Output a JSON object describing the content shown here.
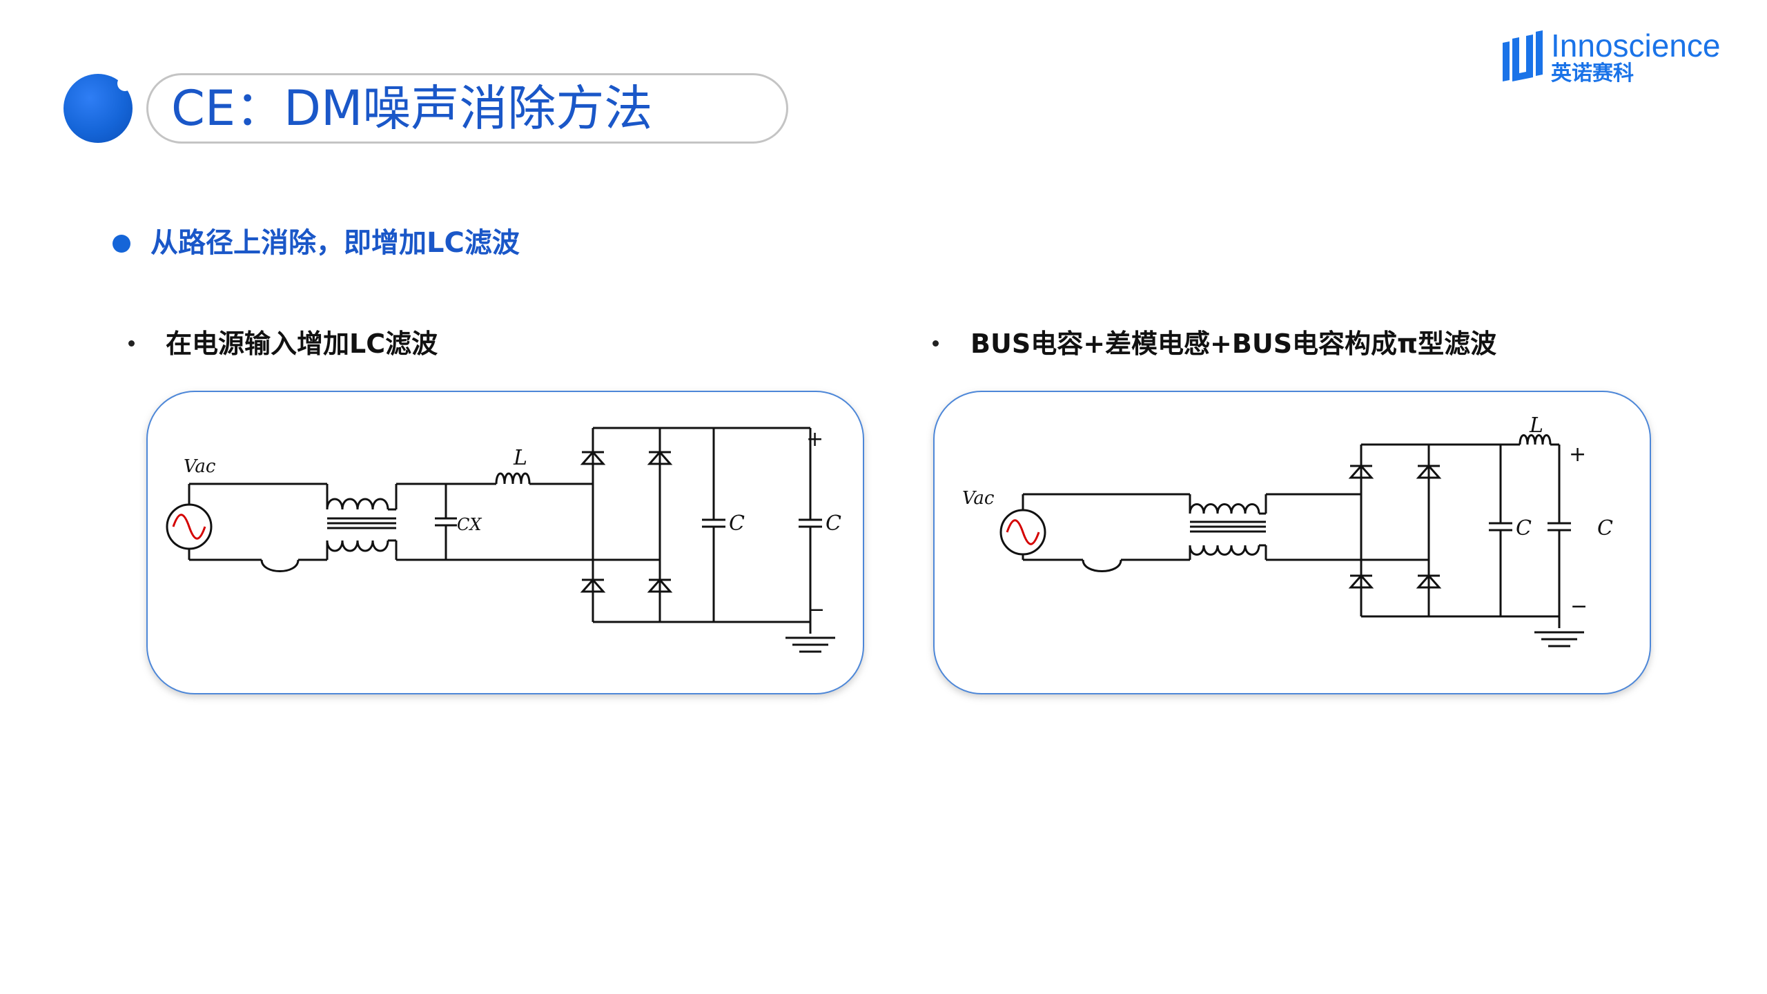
{
  "header": {
    "title": "CE：DM噪声消除方法",
    "brand_name": "Innoscience",
    "brand_cn": "英诺赛科"
  },
  "main_point": "从路径上消除，即增加LC滤波",
  "sections": [
    {
      "bullet": "在电源输入增加LC滤波",
      "labels": {
        "source": "Vac",
        "inductor": "L",
        "x_cap": "CX",
        "cap1": "C",
        "cap2": "C",
        "plus": "+",
        "minus": "−"
      }
    },
    {
      "bullet": "BUS电容+差模电感+BUS电容构成π型滤波",
      "labels": {
        "source": "Vac",
        "inductor": "L",
        "cap1": "C",
        "cap2": "C",
        "plus": "+",
        "minus": "−"
      }
    }
  ],
  "colors": {
    "accent": "#1a57c8",
    "panel_border": "#4d87d8",
    "source_wave": "#d40000"
  }
}
